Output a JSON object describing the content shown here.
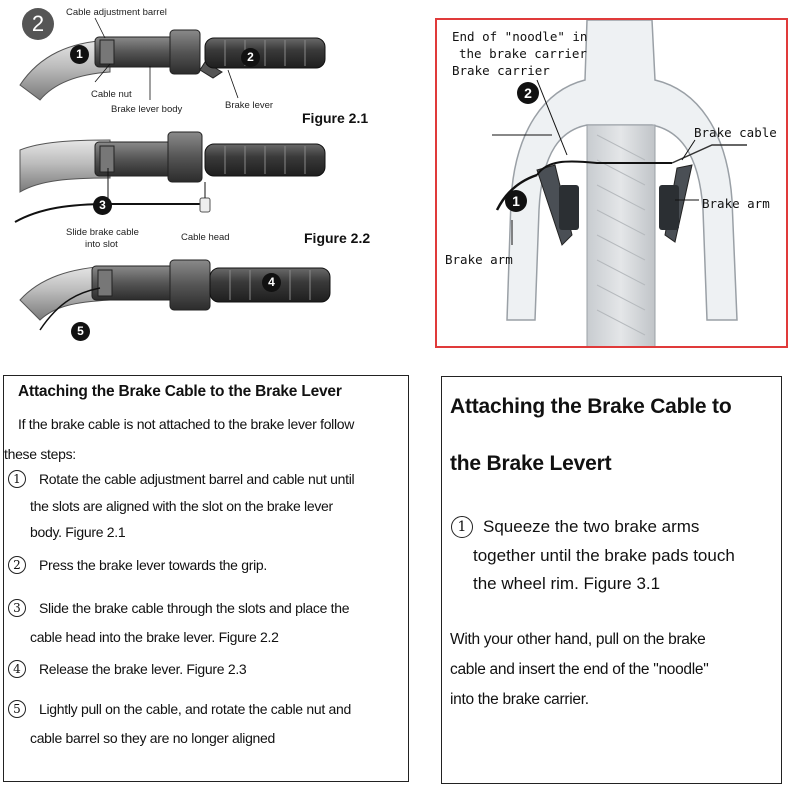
{
  "figure_left": {
    "step_badge": "2",
    "labels": {
      "cable_adjustment_barrel": "Cable adjustment barrel",
      "cable_nut": "Cable nut",
      "brake_lever_body": "Brake lever body",
      "brake_lever": "Brake lever",
      "slide_cable_1": "Slide brake cable",
      "slide_cable_2": "into slot",
      "cable_head": "Cable head"
    },
    "figures": {
      "f21": "Figure 2.1",
      "f22": "Figure 2.2"
    },
    "badges": {
      "b1": "1",
      "b2": "2",
      "b3": "3",
      "b4": "4",
      "b5": "5"
    }
  },
  "figure_right": {
    "label_end_1": "End of \"noodle\" in",
    "label_end_2": "the brake carrier",
    "label_carrier": "Brake carrier",
    "label_brake_cable": "Brake cable",
    "label_brake_arm_right": "Brake arm",
    "label_brake_arm_left": "Brake arm",
    "badge1": "1",
    "badge2": "2",
    "colors": {
      "border": "#e03a3a"
    }
  },
  "box_left": {
    "title": "Attaching the Brake Cable to the Brake Lever",
    "intro_1": "If the brake cable is not attached to the brake lever follow",
    "intro_2": "these steps:",
    "steps": [
      {
        "n": "1",
        "l1": "Rotate the cable adjustment barrel and cable nut until",
        "l2": "the slots are aligned with the slot on the brake lever",
        "l3": "body. Figure 2.1"
      },
      {
        "n": "2",
        "l1": "Press the brake lever towards the grip."
      },
      {
        "n": "3",
        "l1": "Slide the brake cable through the slots and place the",
        "l2": "cable head into the brake lever. Figure 2.2"
      },
      {
        "n": "4",
        "l1": "Release the brake lever. Figure 2.3"
      },
      {
        "n": "5",
        "l1": "Lightly pull on the cable, and rotate the cable nut and",
        "l2": "cable barrel so they are no longer aligned"
      }
    ]
  },
  "box_right": {
    "title_1": "Attaching the Brake Cable to",
    "title_2": "the Brake Levert",
    "step1_n": "1",
    "step1_l1": "Squeeze the two brake arms",
    "step1_l2": "together until the brake pads touch",
    "step1_l3": "the wheel rim. Figure 3.1",
    "para_1": "With your other hand, pull on the brake",
    "para_2": "cable and insert the end of the \"noodle\"",
    "para_3": "into the brake carrier."
  }
}
